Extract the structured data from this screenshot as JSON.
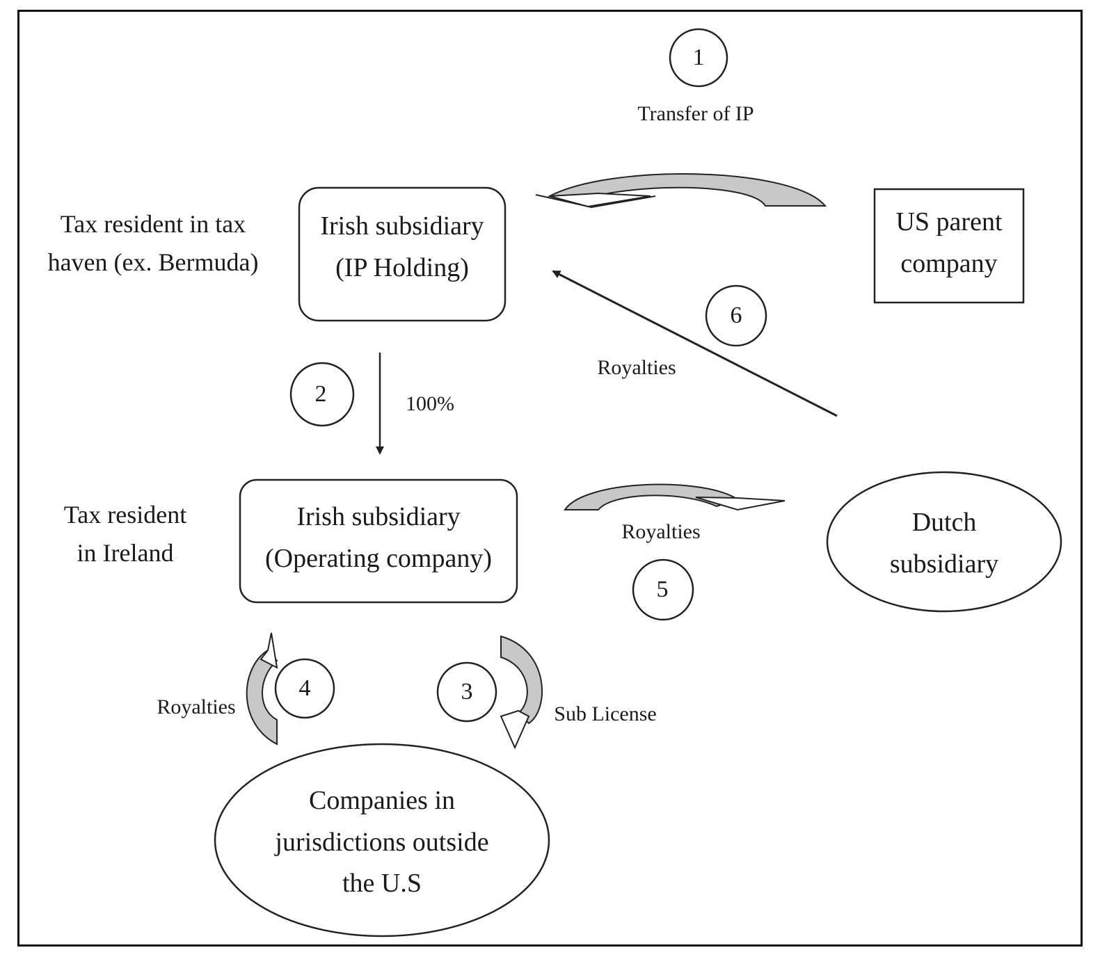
{
  "steps": {
    "s1": "1",
    "s2": "2",
    "s3": "3",
    "s4": "4",
    "s5": "5",
    "s6": "6"
  },
  "labels": {
    "transfer_ip": "Transfer of IP",
    "ownership": "100%",
    "royalties_dutch_to_ip": "Royalties",
    "royalties_op_to_dutch": "Royalties",
    "royalties_companies_to_op": "Royalties",
    "sub_license": "Sub License"
  },
  "nodes": {
    "irish_ip_holding": {
      "line1": "Irish subsidiary",
      "line2": "(IP Holding)"
    },
    "us_parent": {
      "line1": "US parent",
      "line2": "company"
    },
    "irish_operating": {
      "line1": "Irish subsidiary",
      "line2": "(Operating company)"
    },
    "dutch": {
      "line1": "Dutch",
      "line2": "subsidiary"
    },
    "companies_outside": {
      "line1": "Companies in",
      "line2": "jurisdictions outside",
      "line3": "the U.S"
    }
  },
  "residency": {
    "tax_haven": {
      "line1": "Tax resident in tax",
      "line2": "haven (ex. Bermuda)"
    },
    "ireland": {
      "line1": "Tax resident",
      "line2": "in Ireland"
    }
  },
  "colors": {
    "arrow_fill": "#c8c8c8",
    "stroke": "#222222"
  }
}
